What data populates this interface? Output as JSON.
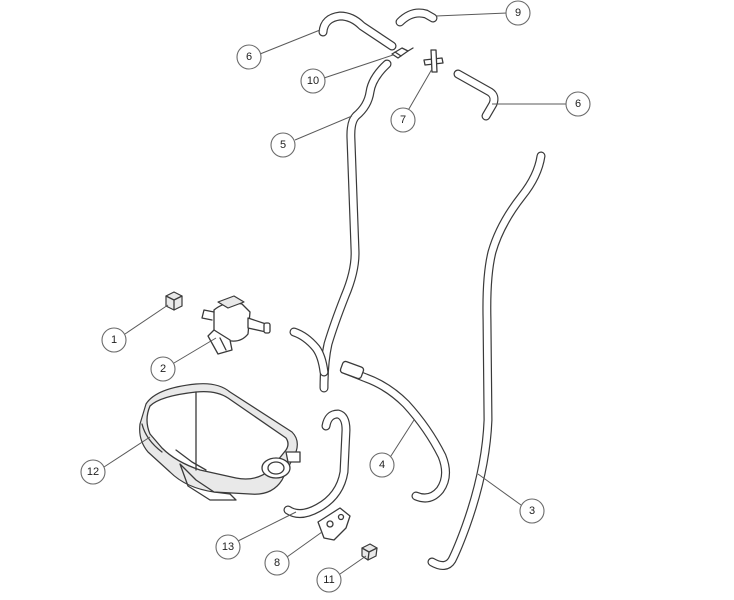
{
  "diagram": {
    "callouts": [
      {
        "id": "c6a",
        "label": "6"
      },
      {
        "id": "c9",
        "label": "9"
      },
      {
        "id": "c10",
        "label": "10"
      },
      {
        "id": "c7",
        "label": "7"
      },
      {
        "id": "c6b",
        "label": "6"
      },
      {
        "id": "c5",
        "label": "5"
      },
      {
        "id": "c1",
        "label": "1"
      },
      {
        "id": "c2",
        "label": "2"
      },
      {
        "id": "c12",
        "label": "12"
      },
      {
        "id": "c4",
        "label": "4"
      },
      {
        "id": "c3",
        "label": "3"
      },
      {
        "id": "c13",
        "label": "13"
      },
      {
        "id": "c8",
        "label": "8"
      },
      {
        "id": "c11",
        "label": "11"
      }
    ]
  }
}
